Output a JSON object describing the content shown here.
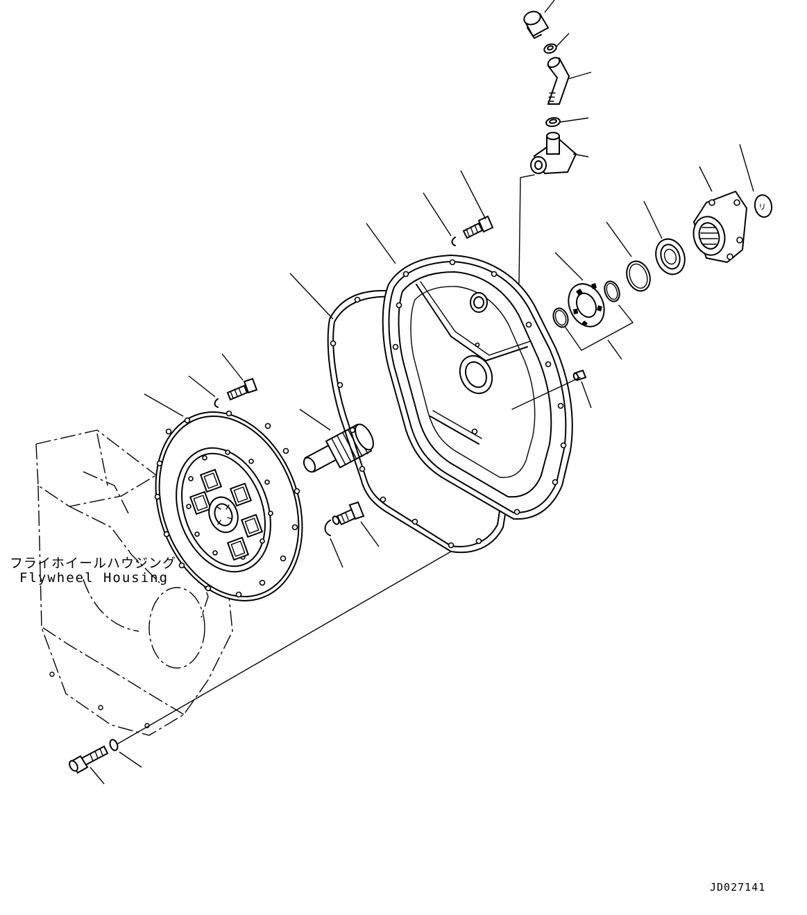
{
  "labels": {
    "housing_jp": "フライホイールハウジング",
    "housing_en": "Flywheel Housing",
    "drawing_number": "JD027141"
  },
  "cap_mark": "リ"
}
